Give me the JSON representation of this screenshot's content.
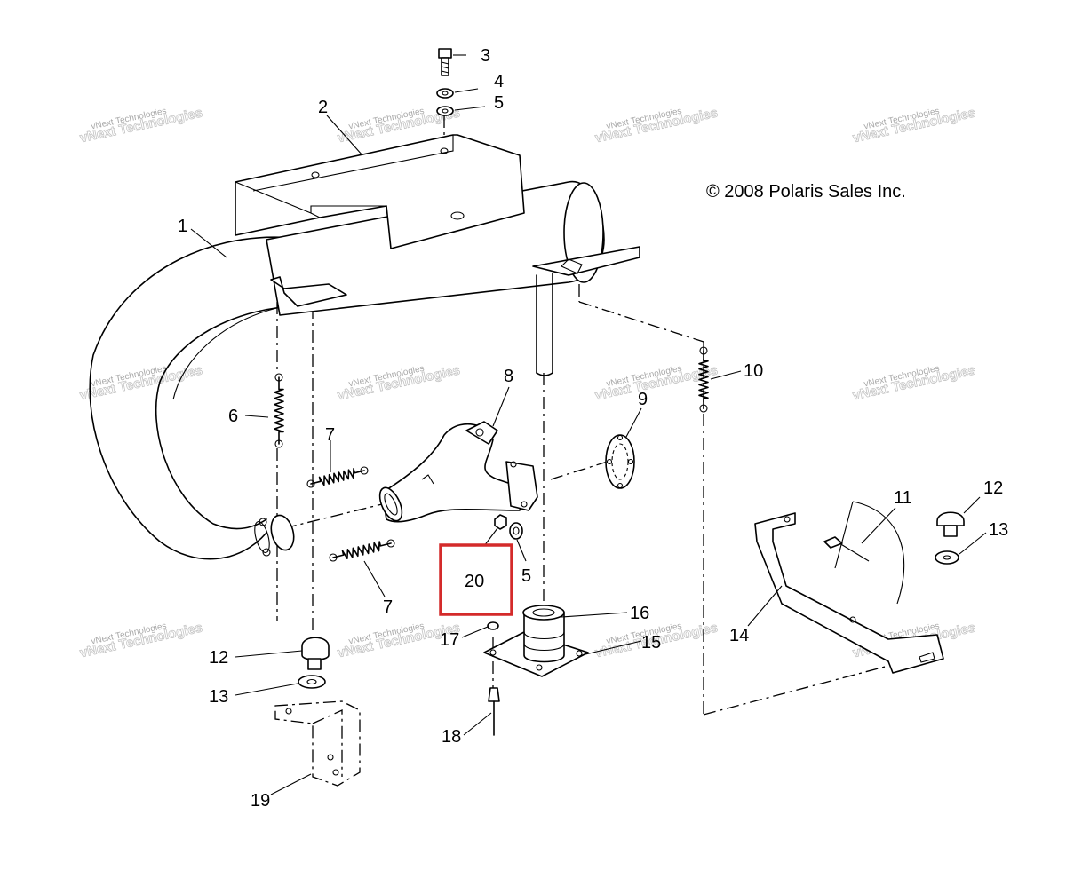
{
  "copyright": "© 2008 Polaris Sales Inc.",
  "highlight": {
    "label": "20",
    "color": "#d42a2a"
  },
  "watermark": {
    "line1": "vNext Technologies",
    "line2": "vNext Technologies"
  },
  "callouts": [
    "1",
    "2",
    "3",
    "4",
    "5",
    "6",
    "7",
    "8",
    "9",
    "10",
    "11",
    "12",
    "13",
    "14",
    "15",
    "16",
    "17",
    "18",
    "19",
    "5",
    "7",
    "12",
    "13",
    "20"
  ]
}
